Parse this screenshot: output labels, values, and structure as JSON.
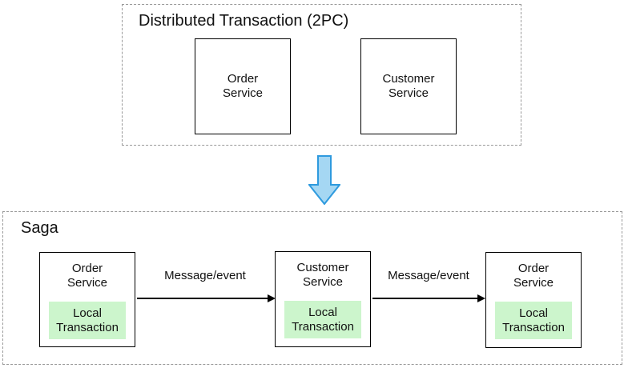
{
  "colors": {
    "dashed_border": "#999999",
    "box_border": "#000000",
    "green_fill": "#ccf5cc",
    "blue_arrow_fill": "#a5d7f3",
    "blue_arrow_stroke": "#2e9ade"
  },
  "two_pc": {
    "title": "Distributed Transaction (2PC)",
    "services": [
      {
        "name": "Order\nService"
      },
      {
        "name": "Customer\nService"
      }
    ]
  },
  "transition": {
    "icon": "down-arrow"
  },
  "saga": {
    "title": "Saga",
    "services": [
      {
        "name": "Order\nService",
        "local_transaction": "Local\nTransaction"
      },
      {
        "name": "Customer\nService",
        "local_transaction": "Local\nTransaction"
      },
      {
        "name": "Order\nService",
        "local_transaction": "Local\nTransaction"
      }
    ],
    "edges": [
      {
        "label": "Message/event"
      },
      {
        "label": "Message/event"
      }
    ]
  }
}
